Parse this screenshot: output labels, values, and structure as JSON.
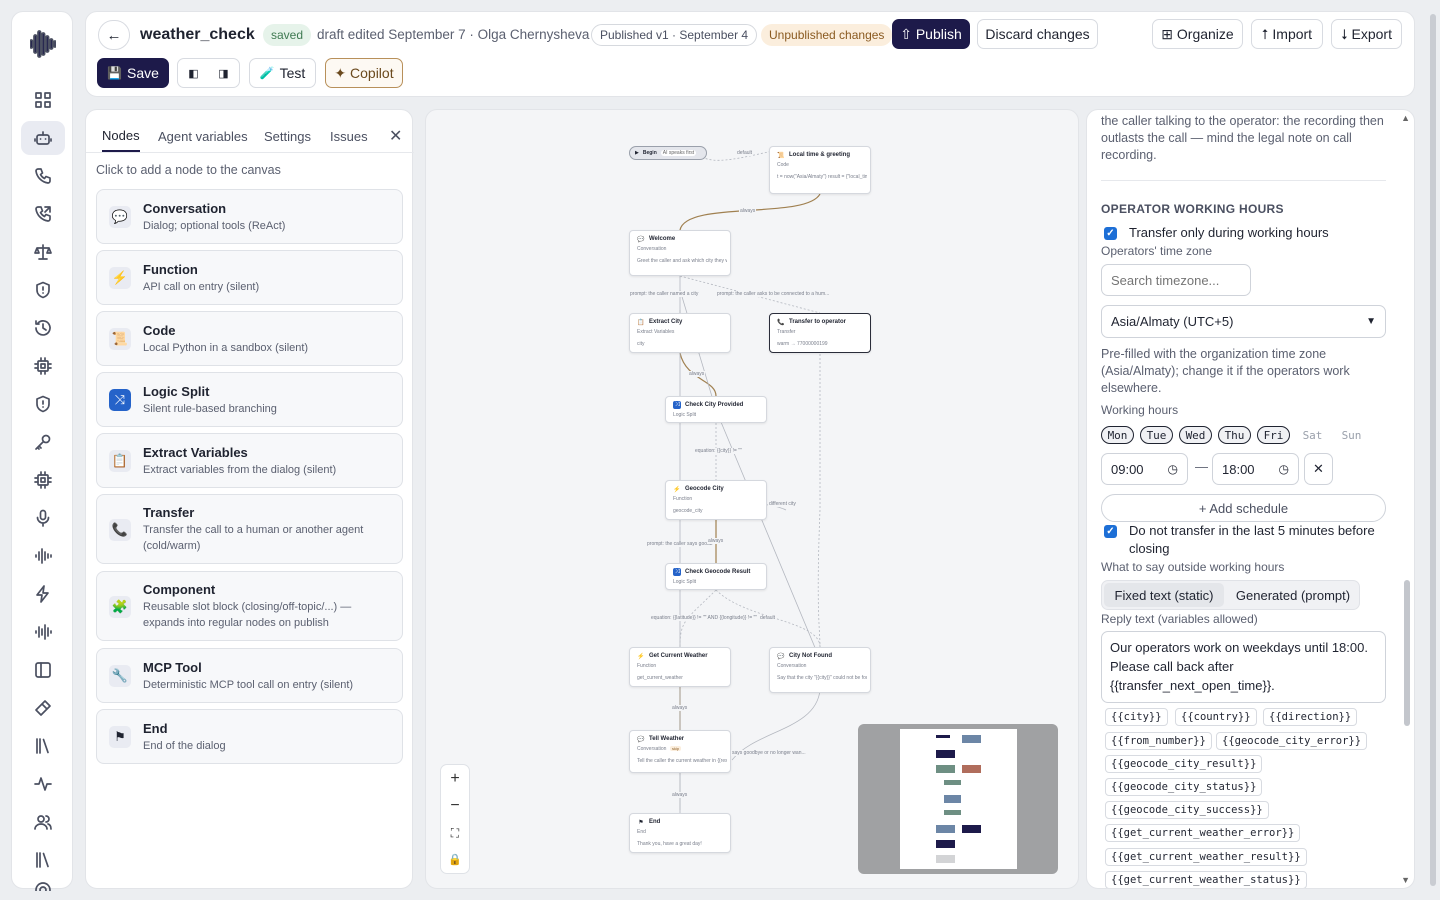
{
  "header": {
    "back_icon": "arrow-left-icon",
    "agent_name": "weather_check",
    "saved_badge": "saved",
    "draft_info": "draft edited September 7 · Olga Chernysheva",
    "published_badge": "Published v1 · September 4",
    "unpublished_badge": "Unpublished changes",
    "publish_label": "⇧ Publish",
    "discard_label": "Discard changes",
    "organize_label": "⊞ Organize",
    "import_label": "⭡ Import",
    "export_label": "⭣ Export",
    "save_label": "Save",
    "test_label": "Test",
    "copilot_label": "✦ Copilot"
  },
  "sidebar": {
    "icons": [
      "grid-icon",
      "robot-icon",
      "phone-icon",
      "phone-outgoing-icon",
      "scales-icon",
      "shield-icon",
      "history-icon",
      "chip-icon",
      "shield-alert-icon",
      "key-icon",
      "cpu-icon",
      "microphone-icon",
      "waveform-icon",
      "bolt-icon",
      "audio-bars-icon",
      "panel-icon",
      "hammer-icon",
      "library-icon",
      "activity-icon",
      "users-icon",
      "books-icon",
      "settings-icon"
    ]
  },
  "nodes_panel": {
    "tabs": [
      "Nodes",
      "Agent variables",
      "Settings",
      "Issues"
    ],
    "hint": "Click to add a node to the canvas",
    "items": [
      {
        "name": "Conversation",
        "desc": "Dialog; optional tools (ReAct)",
        "icon": "chat-icon"
      },
      {
        "name": "Function",
        "desc": "API call on entry (silent)",
        "icon": "bolt-icon"
      },
      {
        "name": "Code",
        "desc": "Local Python in a sandbox (silent)",
        "icon": "scroll-icon"
      },
      {
        "name": "Logic Split",
        "desc": "Silent rule-based branching",
        "icon": "shuffle-icon"
      },
      {
        "name": "Extract Variables",
        "desc": "Extract variables from the dialog (silent)",
        "icon": "clipboard-icon"
      },
      {
        "name": "Transfer",
        "desc": "Transfer the call to a human or another agent (cold/warm)",
        "icon": "phone-icon"
      },
      {
        "name": "Component",
        "desc": "Reusable slot block (closing/off-topic/...) — expands into regular nodes on publish",
        "icon": "puzzle-icon"
      },
      {
        "name": "MCP Tool",
        "desc": "Deterministic MCP tool call on entry (silent)",
        "icon": "wrench-icon"
      },
      {
        "name": "End",
        "desc": "End of the dialog",
        "icon": "flag-icon"
      }
    ]
  },
  "canvas": {
    "begin": {
      "label": "Begin",
      "sub": "AI speaks first"
    },
    "nodes": [
      {
        "id": "local",
        "title": "Local time & greeting",
        "type": "Code",
        "body": "t = now(\"Asia/Almaty\") result = {\"local_time\": t[\"time\"], \"is_workd...",
        "icon": "📜"
      },
      {
        "id": "welcome",
        "title": "Welcome",
        "type": "Conversation",
        "body": "Greet the caller and ask which city they want the current weather fo...",
        "icon": "💬"
      },
      {
        "id": "extract",
        "title": "Extract City",
        "type": "Extract Variables",
        "body": "city",
        "icon": "📋"
      },
      {
        "id": "transfer",
        "title": "Transfer to operator",
        "type": "Transfer",
        "body": "warm → 77000000199",
        "icon": "📞"
      },
      {
        "id": "check",
        "title": "Check City Provided",
        "type": "Logic Split",
        "body": "",
        "icon": "⤨"
      },
      {
        "id": "geocode",
        "title": "Geocode City",
        "type": "Function",
        "body": "geocode_city",
        "icon": "⚡"
      },
      {
        "id": "checkgeo",
        "title": "Check Geocode Result",
        "type": "Logic Split",
        "body": "",
        "icon": "⤨"
      },
      {
        "id": "weather",
        "title": "Get Current Weather",
        "type": "Function",
        "body": "get_current_weather",
        "icon": "⚡"
      },
      {
        "id": "notfound",
        "title": "City Not Found",
        "type": "Conversation",
        "body": "Say that the city \"{{city}}\" could not be found. Ask the caller to c...",
        "icon": "💬"
      },
      {
        "id": "tell",
        "title": "Tell Weather",
        "type": "Conversation",
        "body": "Tell the caller the current weather in {{resolved_city}}, {{country}}...",
        "icon": "💬",
        "badge": "skip"
      },
      {
        "id": "end",
        "title": "End",
        "type": "End",
        "body": "Thank you, have a great day!",
        "icon": "⚑"
      }
    ],
    "edges": {
      "default1": "default",
      "always1": "always",
      "prompt1": "prompt: the caller named a city",
      "prompt2": "prompt: the caller asks to be connected to a hum...",
      "always2": "always",
      "eq1": "equation: {{city}} != \"\"",
      "diff": "different city",
      "prompt3": "prompt: the caller says goodb",
      "always3": "always",
      "eq2": "equation: {{latitude}} != \"\" AND {{longitude}} != \"\"",
      "default2": "default",
      "always4": "always",
      "prompt4": "says goodbye or no longer wan...",
      "always5": "always"
    },
    "zoom": [
      "+",
      "−",
      "⛶",
      "🔒"
    ]
  },
  "settings": {
    "intro": "the caller talking to the operator: the recording then outlasts the call — mind the legal note on call recording.",
    "section_title": "OPERATOR WORKING HOURS",
    "transfer_only_label": "Transfer only during working hours",
    "timezone_label": "Operators' time zone",
    "timezone_search_placeholder": "Search timezone...",
    "timezone_value": "Asia/Almaty (UTC+5)",
    "timezone_note": "Pre-filled with the organization time zone (Asia/Almaty); change it if the operators work elsewhere.",
    "hours_label": "Working hours",
    "days": [
      {
        "d": "Mon",
        "on": true
      },
      {
        "d": "Tue",
        "on": true
      },
      {
        "d": "Wed",
        "on": true
      },
      {
        "d": "Thu",
        "on": true
      },
      {
        "d": "Fri",
        "on": true
      },
      {
        "d": "Sat",
        "on": false
      },
      {
        "d": "Sun",
        "on": false
      }
    ],
    "start_time": "09:00",
    "end_time": "18:00",
    "dash": "—",
    "add_schedule": "+ Add schedule",
    "no_transfer_label": "Do not transfer in the last 5 minutes before closing",
    "outside_label": "What to say outside working hours",
    "mode_static": "Fixed text (static)",
    "mode_prompt": "Generated (prompt)",
    "reply_label": "Reply text (variables allowed)",
    "reply_text": "Our operators work on weekdays until 18:00. Please call back after {{transfer_next_open_time}}.",
    "variables": [
      "{{city}}",
      "{{country}}",
      "{{direction}}",
      "{{from_number}}",
      "{{geocode_city_error}}",
      "{{geocode_city_result}}",
      "{{geocode_city_status}}",
      "{{geocode_city_success}}",
      "{{get_current_weather_error}}",
      "{{get_current_weather_result}}",
      "{{get_current_weather_status}}"
    ]
  }
}
